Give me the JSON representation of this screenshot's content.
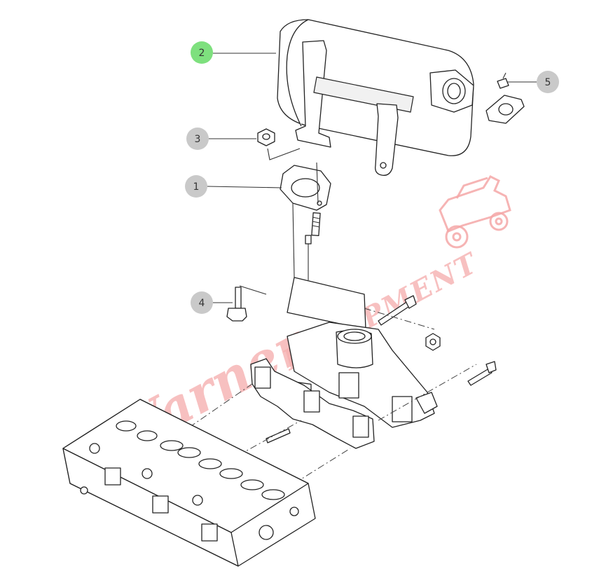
{
  "diagram": {
    "callouts": [
      {
        "id": "1",
        "label": "1",
        "color": "#c9c9c9",
        "highlighted": false
      },
      {
        "id": "2",
        "label": "2",
        "color": "#7ee07e",
        "highlighted": true
      },
      {
        "id": "3",
        "label": "3",
        "color": "#c9c9c9",
        "highlighted": false
      },
      {
        "id": "4",
        "label": "4",
        "color": "#c9c9c9",
        "highlighted": false
      },
      {
        "id": "5",
        "label": "5",
        "color": "#c9c9c9",
        "highlighted": false
      }
    ],
    "watermark": {
      "script_text": "Warner",
      "block_text": "EQUIPMENT",
      "color": "#f4a7a7"
    }
  }
}
